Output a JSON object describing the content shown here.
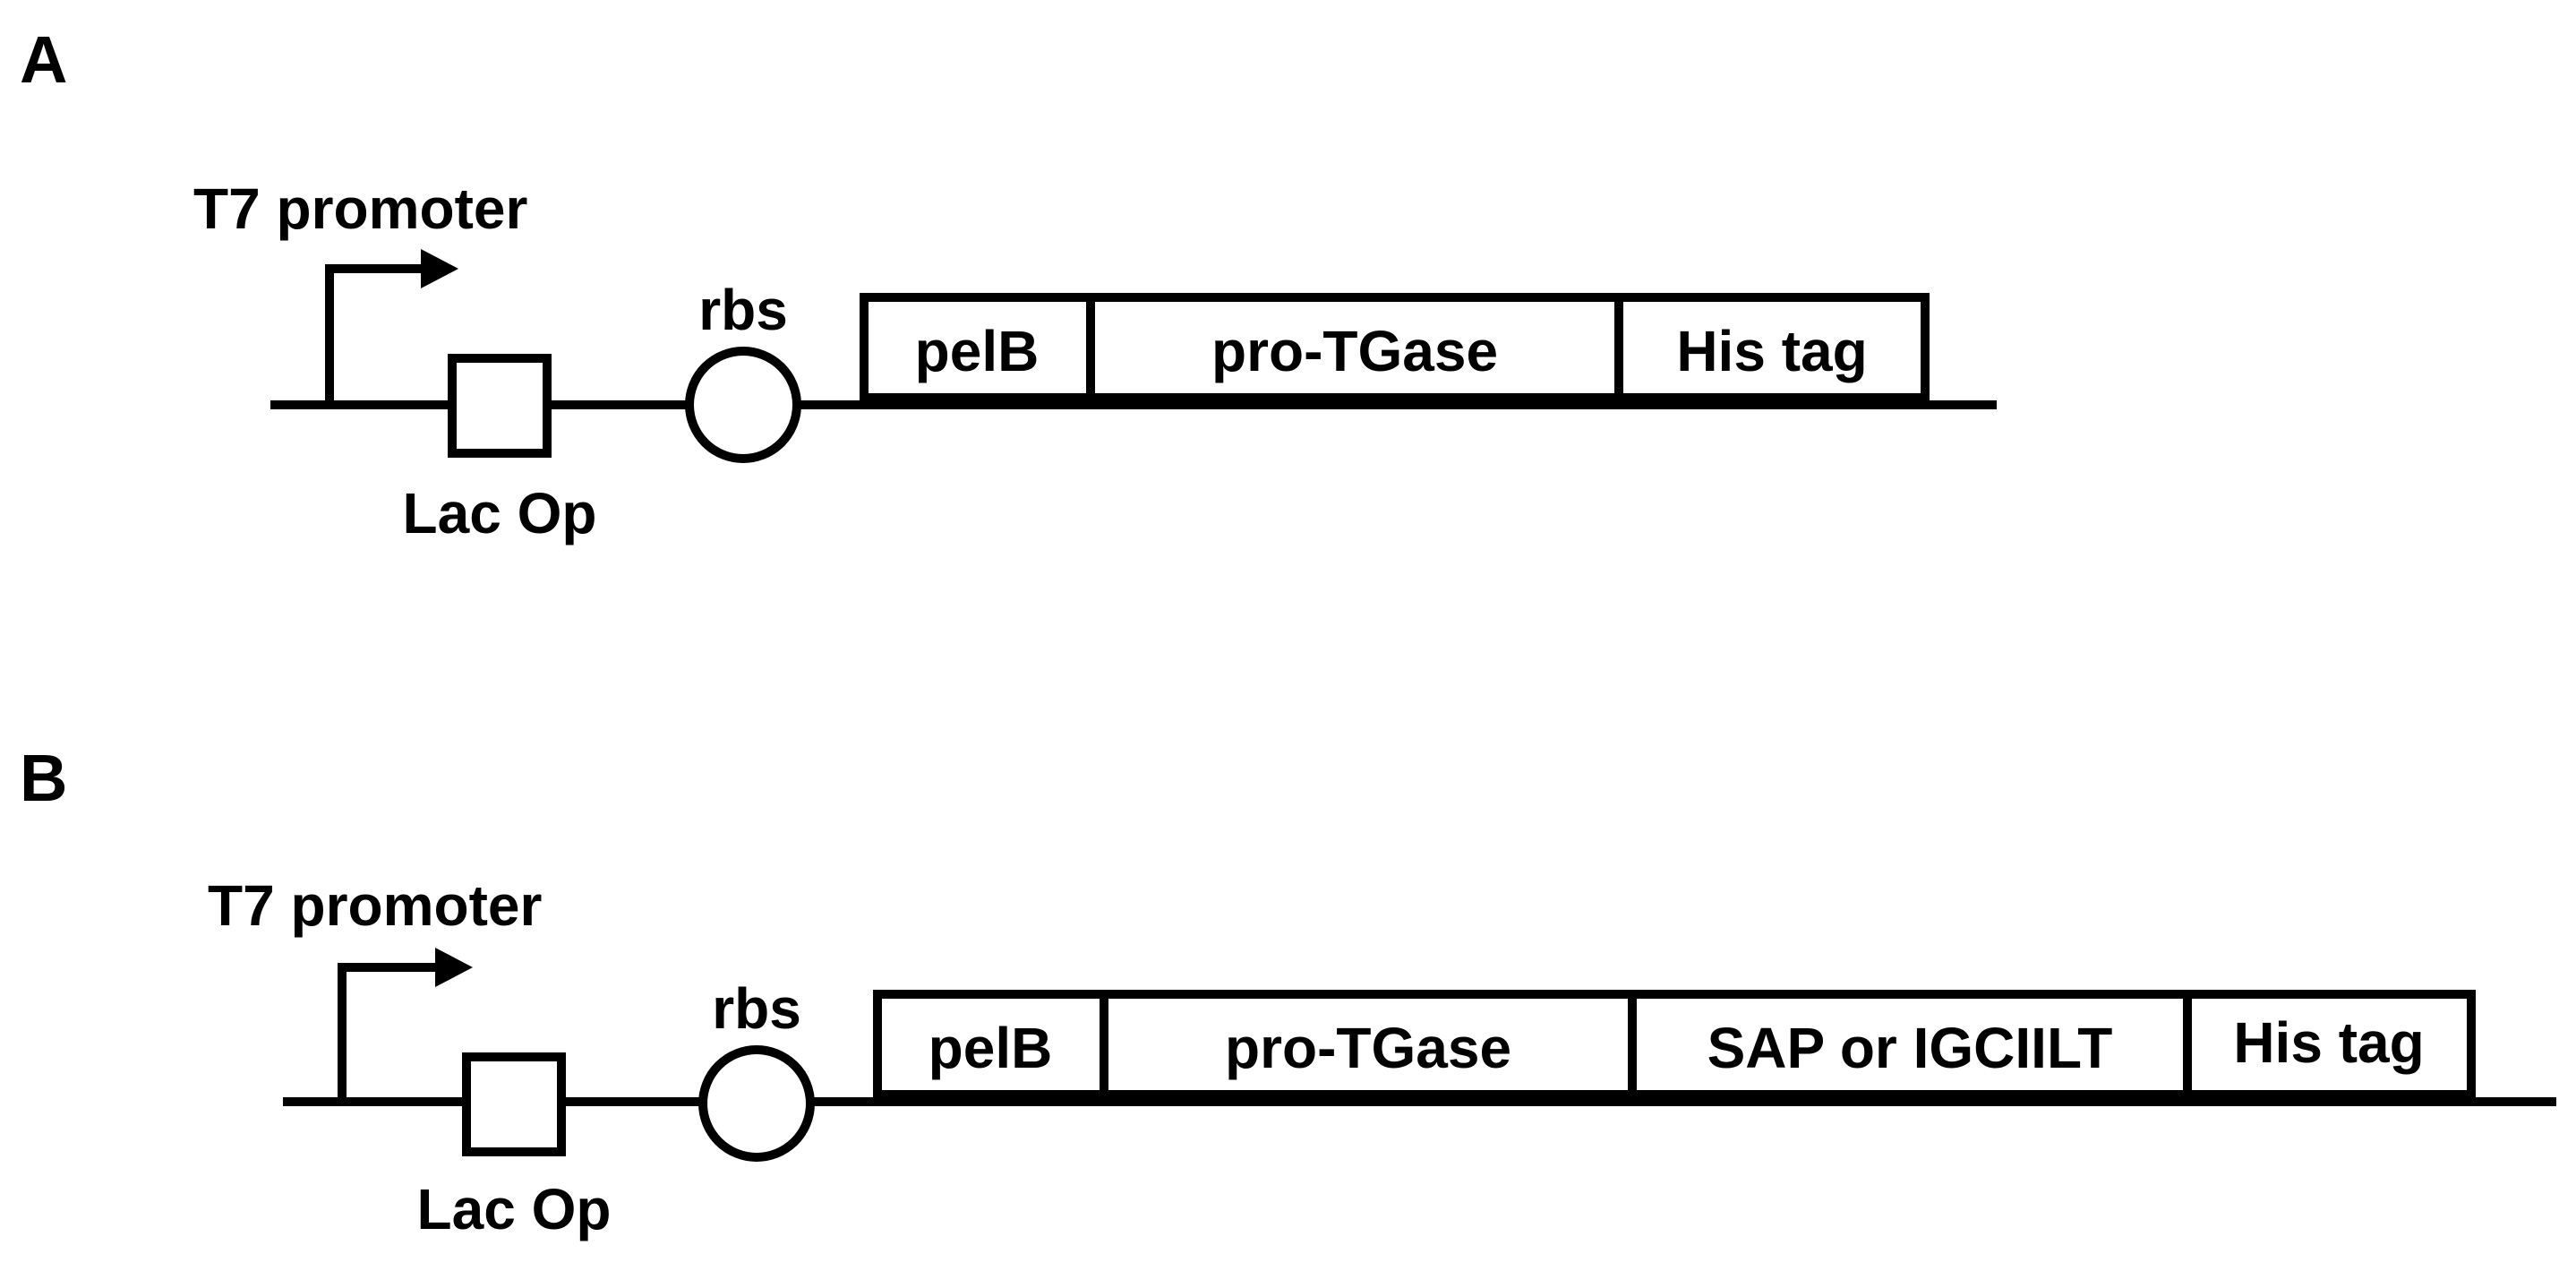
{
  "panels": [
    {
      "label": "A",
      "promoter": "T7 promoter",
      "operator": "Lac Op",
      "rbs": "rbs",
      "segments": [
        "pelB",
        "pro-TGase",
        "His tag"
      ]
    },
    {
      "label": "B",
      "promoter": "T7 promoter",
      "operator": "Lac Op",
      "rbs": "rbs",
      "segments": [
        "pelB",
        "pro-TGase",
        "SAP or IGCIILT",
        "His tag"
      ]
    }
  ]
}
